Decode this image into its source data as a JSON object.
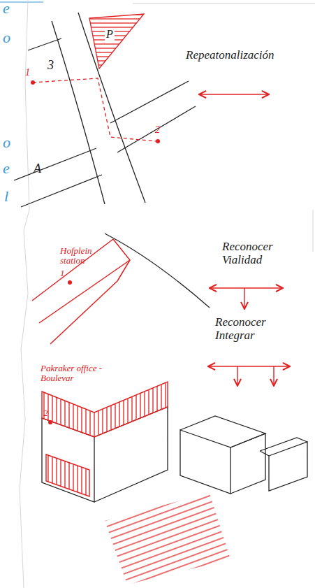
{
  "diagram": {
    "labels": [
      "e",
      "o",
      "o",
      "e",
      "l",
      "3",
      "P",
      "1",
      "2",
      "A",
      "Repeatonalización",
      "Hofplein station",
      "1",
      "Reconocer Vialidad",
      "Reconocer Integrar",
      "Pakraker office - Boulevar",
      "2"
    ]
  }
}
